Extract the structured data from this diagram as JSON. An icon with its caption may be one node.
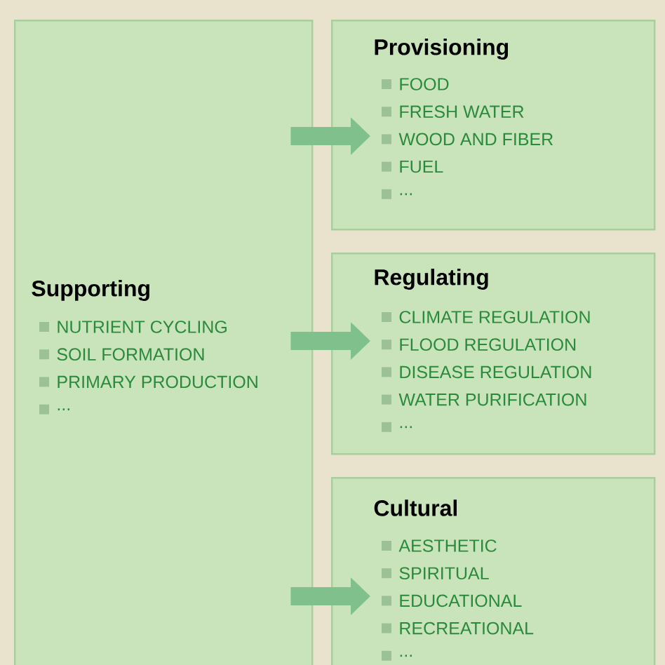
{
  "diagram": {
    "nodes": [
      {
        "text": [
          "Supporting",
          "NUTRIENT CYCLING",
          "SOIL FORMATION",
          "PRIMARY PRODUCTION",
          "..."
        ]
      },
      {
        "text": [
          "Provisioning",
          "FOOD",
          "FRESH WATER",
          "WOOD AND FIBER",
          "FUEL",
          "..."
        ]
      },
      {
        "text": [
          "Regulating",
          "CLIMATE REGULATION",
          "FLOOD REGULATION",
          "DISEASE REGULATION",
          "WATER PURIFICATION",
          "..."
        ]
      },
      {
        "text": [
          "Cultural",
          "AESTHETIC",
          "SPIRITUAL",
          "EDUCATIONAL",
          "RECREATIONAL",
          "..."
        ]
      }
    ],
    "edges": [
      {
        "from": 0,
        "to": 1,
        "arrow": "to"
      },
      {
        "from": 0,
        "to": 2,
        "arrow": "to"
      },
      {
        "from": 0,
        "to": 3,
        "arrow": "to"
      }
    ]
  }
}
